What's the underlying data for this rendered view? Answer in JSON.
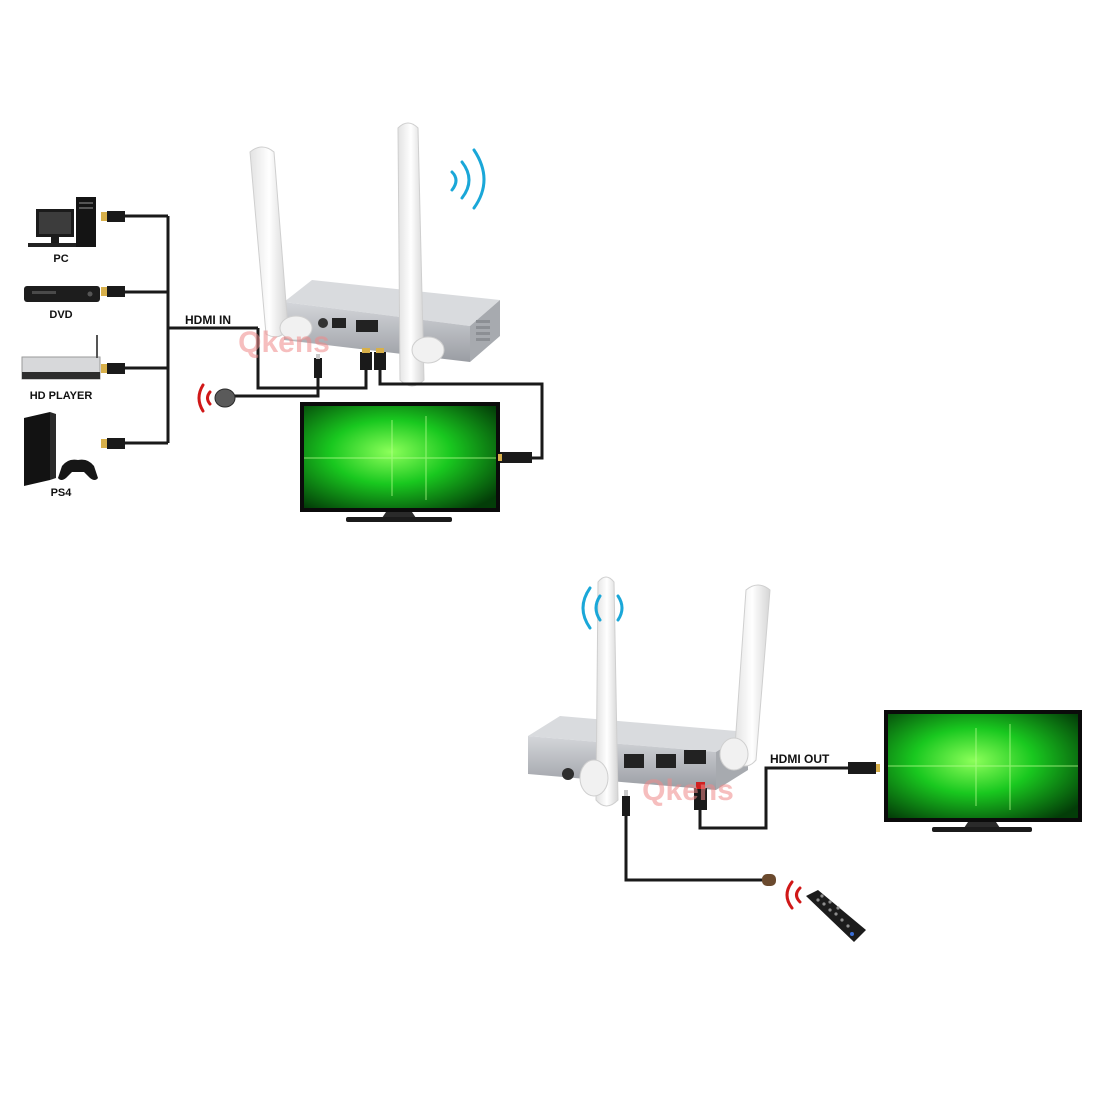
{
  "sources": [
    {
      "id": "pc",
      "label": "PC"
    },
    {
      "id": "dvd",
      "label": "DVD"
    },
    {
      "id": "hdplayer",
      "label": "HD PLAYER"
    },
    {
      "id": "ps4",
      "label": "PS4"
    }
  ],
  "links": {
    "hdmi_in": "HDMI IN",
    "hdmi_out": "HDMI OUT"
  },
  "watermark": "Qkens",
  "colors": {
    "cable": "#1a1a1a",
    "device_body": "#b9bcc1",
    "antenna": "#f4f4f4",
    "wifi_waves": "#1aa7d8",
    "ir_signal": "#d01818",
    "screen_green": "#1fd12a",
    "hdmi_gold": "#d8b04a"
  },
  "icons": [
    "wifi-waves-icon",
    "ir-signal-icon",
    "ir-receiver-icon",
    "remote-control-icon"
  ]
}
